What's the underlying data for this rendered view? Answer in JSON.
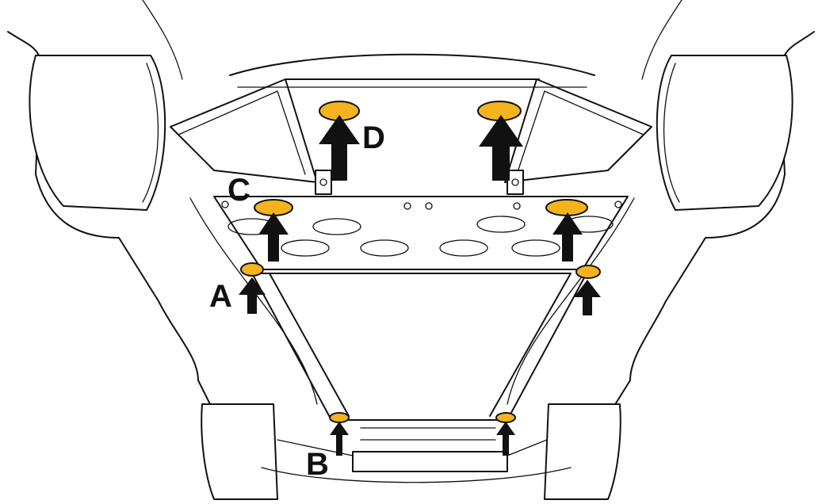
{
  "labels": {
    "a": "A",
    "b": "B",
    "c": "C",
    "d": "D"
  },
  "colors": {
    "lift_pad": "#f5b41e",
    "arrow": "#111111",
    "outline": "#111111"
  }
}
